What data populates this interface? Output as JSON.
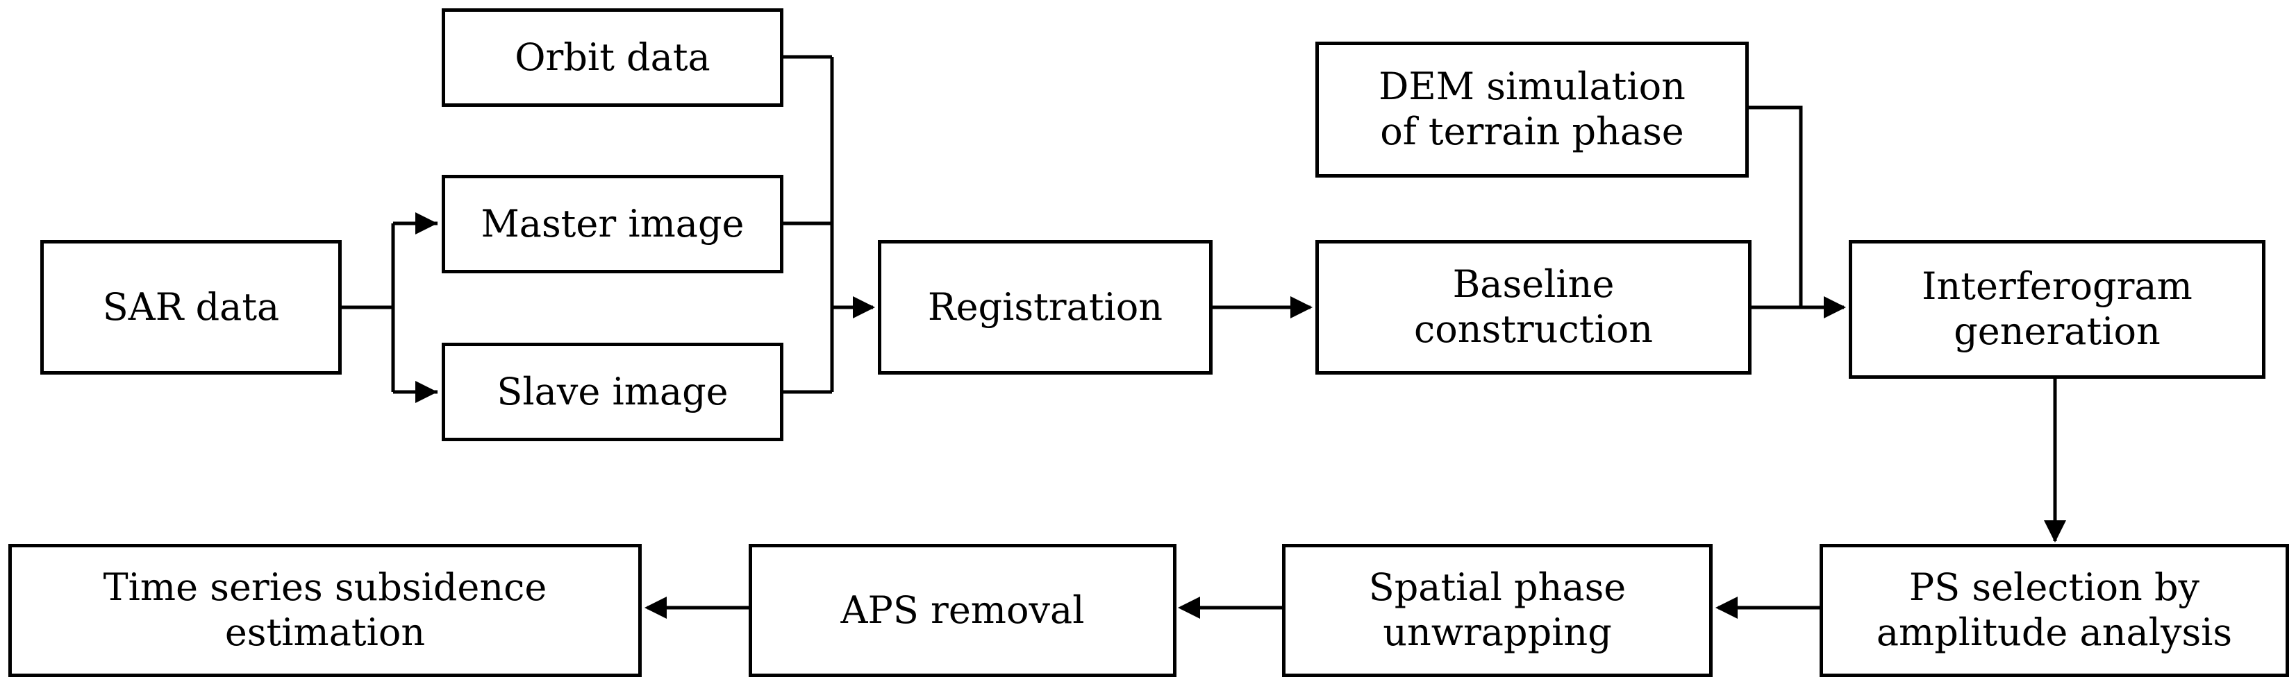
{
  "diagram": {
    "nodes": {
      "orbit": {
        "lines": [
          "Orbit data"
        ]
      },
      "master": {
        "lines": [
          "Master image"
        ]
      },
      "slave": {
        "lines": [
          "Slave image"
        ]
      },
      "sar": {
        "lines": [
          "SAR data"
        ]
      },
      "registration": {
        "lines": [
          "Registration"
        ]
      },
      "baseline": {
        "lines": [
          "Baseline",
          "construction"
        ]
      },
      "dem": {
        "lines": [
          "DEM simulation",
          "of terrain phase"
        ]
      },
      "interferogram": {
        "lines": [
          "Interferogram",
          "generation"
        ]
      },
      "ps": {
        "lines": [
          "PS selection by",
          "amplitude analysis"
        ]
      },
      "unwrap": {
        "lines": [
          "Spatial phase",
          "unwrapping"
        ]
      },
      "aps": {
        "lines": [
          "APS removal"
        ]
      },
      "timeseries": {
        "lines": [
          "Time series subsidence",
          "estimation"
        ]
      }
    },
    "colors": {
      "stroke": "#000000",
      "fill": "#ffffff"
    }
  }
}
